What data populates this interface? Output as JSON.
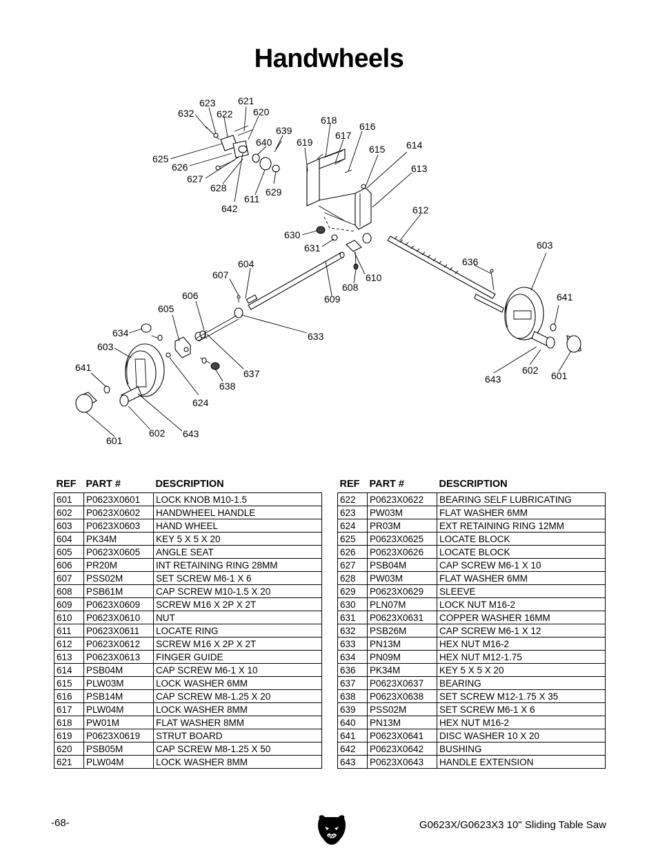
{
  "title": "Handwheels",
  "diagram": {
    "callouts": [
      "623",
      "621",
      "632",
      "622",
      "620",
      "639",
      "618",
      "616",
      "617",
      "619",
      "615",
      "614",
      "640",
      "625",
      "626",
      "627",
      "628",
      "629",
      "611",
      "642",
      "613",
      "612",
      "630",
      "631",
      "603",
      "636",
      "604",
      "607",
      "610",
      "608",
      "609",
      "606",
      "605",
      "641",
      "634",
      "603",
      "633",
      "637",
      "638",
      "624",
      "641",
      "602",
      "643",
      "601",
      "601",
      "602",
      "643"
    ]
  },
  "table_headers": {
    "ref": "REF",
    "part": "PART #",
    "desc": "DESCRIPTION"
  },
  "parts_left": [
    {
      "ref": "601",
      "part": "P0623X0601",
      "desc": "LOCK KNOB M10-1.5"
    },
    {
      "ref": "602",
      "part": "P0623X0602",
      "desc": "HANDWHEEL HANDLE"
    },
    {
      "ref": "603",
      "part": "P0623X0603",
      "desc": "HAND WHEEL"
    },
    {
      "ref": "604",
      "part": "PK34M",
      "desc": "KEY 5 X 5 X 20"
    },
    {
      "ref": "605",
      "part": "P0623X0605",
      "desc": "ANGLE SEAT"
    },
    {
      "ref": "606",
      "part": "PR20M",
      "desc": "INT RETAINING RING 28MM"
    },
    {
      "ref": "607",
      "part": "PSS02M",
      "desc": "SET SCREW M6-1 X 6"
    },
    {
      "ref": "608",
      "part": "PSB61M",
      "desc": "CAP SCREW M10-1.5 X 20"
    },
    {
      "ref": "609",
      "part": "P0623X0609",
      "desc": "SCREW M16 X 2P X 2T"
    },
    {
      "ref": "610",
      "part": "P0623X0610",
      "desc": "NUT"
    },
    {
      "ref": "611",
      "part": "P0623X0611",
      "desc": "LOCATE RING"
    },
    {
      "ref": "612",
      "part": "P0623X0612",
      "desc": "SCREW M16 X 2P X 2T"
    },
    {
      "ref": "613",
      "part": "P0623X0613",
      "desc": "FINGER GUIDE"
    },
    {
      "ref": "614",
      "part": "PSB04M",
      "desc": "CAP SCREW M6-1 X 10"
    },
    {
      "ref": "615",
      "part": "PLW03M",
      "desc": "LOCK WASHER 6MM"
    },
    {
      "ref": "616",
      "part": "PSB14M",
      "desc": "CAP SCREW M8-1.25 X 20"
    },
    {
      "ref": "617",
      "part": "PLW04M",
      "desc": "LOCK WASHER 8MM"
    },
    {
      "ref": "618",
      "part": "PW01M",
      "desc": "FLAT WASHER 8MM"
    },
    {
      "ref": "619",
      "part": "P0623X0619",
      "desc": "STRUT BOARD"
    },
    {
      "ref": "620",
      "part": "PSB05M",
      "desc": "CAP SCREW M8-1.25 X 50"
    },
    {
      "ref": "621",
      "part": "PLW04M",
      "desc": "LOCK WASHER 8MM"
    }
  ],
  "parts_right": [
    {
      "ref": "622",
      "part": "P0623X0622",
      "desc": "BEARING SELF LUBRICATING"
    },
    {
      "ref": "623",
      "part": "PW03M",
      "desc": "FLAT WASHER 6MM"
    },
    {
      "ref": "624",
      "part": "PR03M",
      "desc": "EXT RETAINING RING 12MM"
    },
    {
      "ref": "625",
      "part": "P0623X0625",
      "desc": "LOCATE BLOCK"
    },
    {
      "ref": "626",
      "part": "P0623X0626",
      "desc": "LOCATE BLOCK"
    },
    {
      "ref": "627",
      "part": "PSB04M",
      "desc": "CAP SCREW M6-1 X 10"
    },
    {
      "ref": "628",
      "part": "PW03M",
      "desc": "FLAT WASHER 6MM"
    },
    {
      "ref": "629",
      "part": "P0623X0629",
      "desc": "SLEEVE"
    },
    {
      "ref": "630",
      "part": "PLN07M",
      "desc": "LOCK NUT M16-2"
    },
    {
      "ref": "631",
      "part": "P0623X0631",
      "desc": "COPPER WASHER 16MM"
    },
    {
      "ref": "632",
      "part": "PSB26M",
      "desc": "CAP SCREW M6-1 X 12"
    },
    {
      "ref": "633",
      "part": "PN13M",
      "desc": "HEX NUT M16-2"
    },
    {
      "ref": "634",
      "part": "PN09M",
      "desc": "HEX NUT M12-1.75"
    },
    {
      "ref": "636",
      "part": "PK34M",
      "desc": "KEY 5 X 5 X 20"
    },
    {
      "ref": "637",
      "part": "P0623X0637",
      "desc": "BEARING"
    },
    {
      "ref": "638",
      "part": "P0623X0638",
      "desc": "SET SCREW M12-1.75 X 35"
    },
    {
      "ref": "639",
      "part": "PSS02M",
      "desc": "SET SCREW M6-1 X 6"
    },
    {
      "ref": "640",
      "part": "PN13M",
      "desc": "HEX NUT M16-2"
    },
    {
      "ref": "641",
      "part": "P0623X0641",
      "desc": "DISC WASHER 10 X 20"
    },
    {
      "ref": "642",
      "part": "P0623X0642",
      "desc": "BUSHING"
    },
    {
      "ref": "643",
      "part": "P0623X0643",
      "desc": "HANDLE EXTENSION"
    }
  ],
  "footer": {
    "page_number": "-68-",
    "model": "G0623X/G0623X3 10\" Sliding Table Saw"
  },
  "icons": {
    "logo": "bear-head-logo-icon"
  }
}
